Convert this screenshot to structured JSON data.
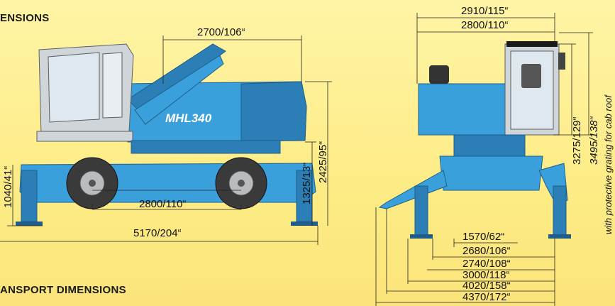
{
  "headings": {
    "dimensions": "ENSIONS",
    "transport": "ANSPORT DIMENSIONS"
  },
  "side_view": {
    "model_label": "MHL340",
    "dims": {
      "upper_length": "2700/106“",
      "ground_clearance": "1040/41“",
      "wheelbase": "2800/110“",
      "overall_length": "5170/204“",
      "pivot_height": "1325/13“",
      "body_height": "2425/95“"
    }
  },
  "front_view": {
    "dims": {
      "width_top": "2910/115“",
      "width_cab": "2800/110“",
      "cab_height": "3275/129“",
      "cab_height_grating": "3495/138“",
      "track": "1570/62“",
      "outrigger_1": "2680/106“",
      "outrigger_2": "2740/108“",
      "outrigger_3": "3000/118“",
      "outrigger_4": "4020/158“",
      "outrigger_5": "4370/172“"
    },
    "note": "with protective grating for cab roof"
  },
  "colors": {
    "machine_blue": "#3aa0dc",
    "background": "#fdee8a"
  }
}
